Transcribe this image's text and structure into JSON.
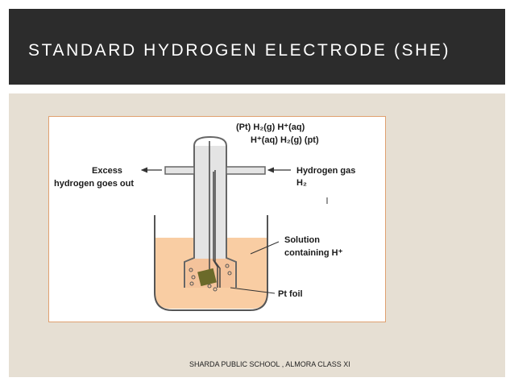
{
  "slide": {
    "title": "STANDARD HYDROGEN ELECTRODE (SHE)",
    "footer": "SHARDA PUBLIC SCHOOL , ALMORA CLASS XI"
  },
  "diagram": {
    "reaction_line1": "(Pt) H₂(g)   H⁺(aq)",
    "reaction_line2": "H⁺(aq)    H₂(g)  (pt)",
    "label_excess_line1": "Excess",
    "label_excess_line2": "hydrogen goes out",
    "label_hydrogen_gas_line1": "Hydrogen gas",
    "label_hydrogen_gas_line2": "H₂",
    "label_solution_line1": "Solution",
    "label_solution_line2": "containing H⁺",
    "label_pt_foil": "Pt foil"
  },
  "colors": {
    "title_bar": "#2c2c2c",
    "panel": "#e6dfd3",
    "solution": "#f9cda3",
    "foil": "#6b6a2a"
  }
}
